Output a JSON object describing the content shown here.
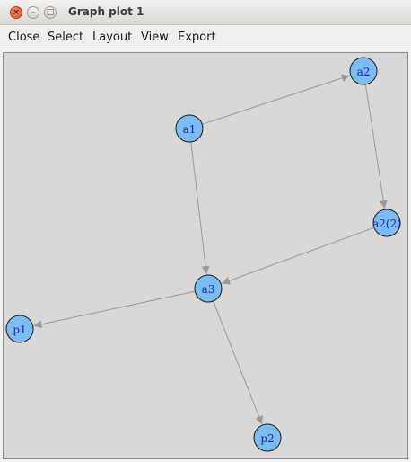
{
  "window": {
    "title": "Graph plot 1"
  },
  "menu": {
    "close": "Close",
    "select": "Select",
    "layout": "Layout",
    "view": "View",
    "export": "Export"
  },
  "graph": {
    "nodes": [
      {
        "id": "a1",
        "label": "a1"
      },
      {
        "id": "a2",
        "label": "a2"
      },
      {
        "id": "a2_2",
        "label": "a2(2)"
      },
      {
        "id": "a3",
        "label": "a3"
      },
      {
        "id": "p1",
        "label": "p1"
      },
      {
        "id": "p2",
        "label": "p2"
      }
    ],
    "edges": [
      {
        "from": "a1",
        "to": "a2"
      },
      {
        "from": "a1",
        "to": "a3"
      },
      {
        "from": "a2",
        "to": "a2_2"
      },
      {
        "from": "a2_2",
        "to": "a3"
      },
      {
        "from": "a3",
        "to": "p1"
      },
      {
        "from": "a3",
        "to": "p2"
      }
    ]
  },
  "colors": {
    "node_fill": "#7bbcf3",
    "edge": "#9a9a9a",
    "label": "#1c2aa8",
    "canvas": "#d8d8d8"
  }
}
